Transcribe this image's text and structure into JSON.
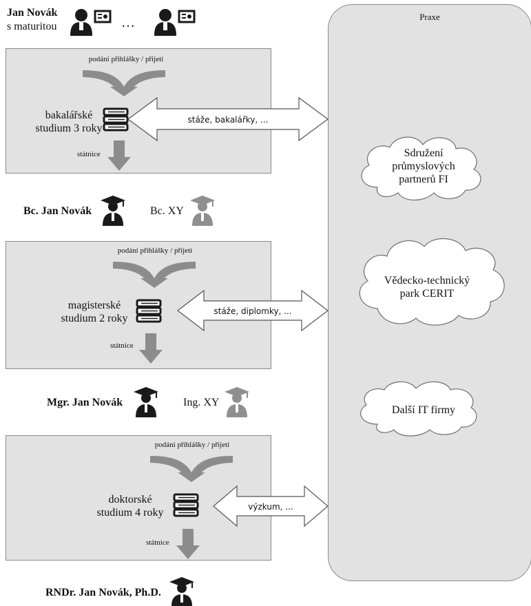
{
  "header": {
    "name": "Jan Novák",
    "subtitle": "s maturitou",
    "ellipsis": "…"
  },
  "praxe": {
    "label": "Praxe",
    "clouds": [
      {
        "line1": "Sdružení",
        "line2": "průmyslových",
        "line3": "partnerů FI"
      },
      {
        "line1": "Vědecko-technický",
        "line2": "park CERIT"
      },
      {
        "line1": "Další IT firmy"
      }
    ]
  },
  "stages": [
    {
      "admission": "podání přihlášky / přijetí",
      "study_line1": "bakalářské",
      "study_line2": "studium 3 roky",
      "exam": "státnice",
      "exchange": "stáže, bakalářky, ..."
    },
    {
      "admission": "podání přihlášky / přijetí",
      "study_line1": "magisterské",
      "study_line2": "studium 2 roky",
      "exam": "státnice",
      "exchange": "stáže, diplomky, ..."
    },
    {
      "admission": "podání přihlášky / přijetí",
      "study_line1": "doktorské",
      "study_line2": "studium 4 roky",
      "exam": "státnice",
      "exchange": "výzkum, ..."
    }
  ],
  "graduates": {
    "bc_main": "Bc. Jan Novák",
    "bc_other": "Bc. XY",
    "mgr_main": "Mgr. Jan Novák",
    "ing_other": "Ing. XY",
    "phd_main": "RNDr. Jan Novák, Ph.D."
  },
  "colors": {
    "box_fill": "#e2e2e2",
    "arrow_gray": "#8c8c8c",
    "dark_icon": "#1a1a1a",
    "light_icon": "#8f8f8f"
  },
  "icons": [
    "student-with-certificate-icon",
    "graduate-icon",
    "books-icon"
  ]
}
